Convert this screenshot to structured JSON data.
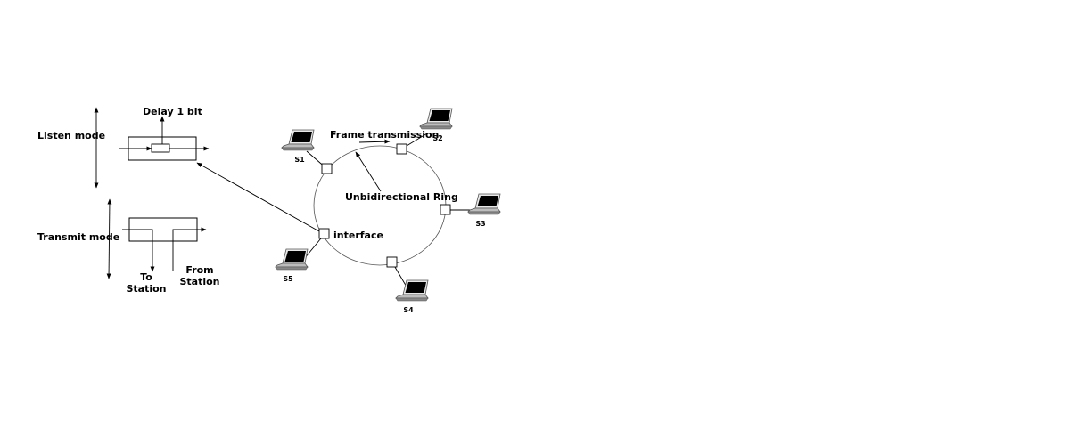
{
  "modes": {
    "listen": "Listen mode",
    "transmit": "Transmit mode",
    "delay": "Delay 1 bit",
    "to_station_1": "To",
    "to_station_2": "Station",
    "from_station_1": "From",
    "from_station_2": "Station"
  },
  "ring": {
    "frame_transmission": "Frame transmission",
    "ring_label": "Unbidirectional Ring",
    "interface_label": "interface",
    "stations": [
      "S1",
      "S2",
      "S3",
      "S4",
      "S5"
    ]
  }
}
